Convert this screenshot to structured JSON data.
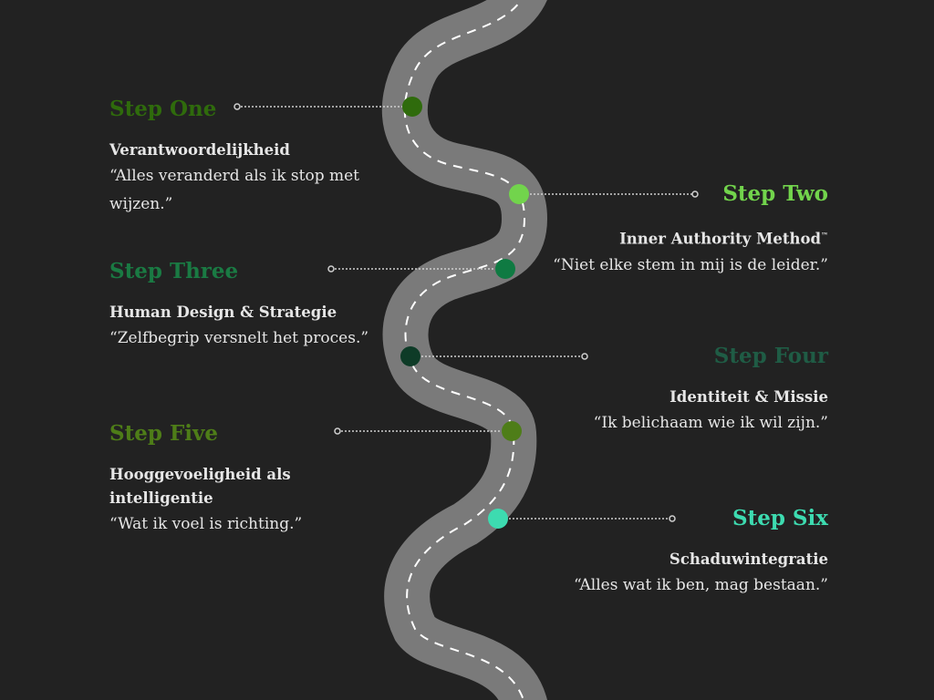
{
  "colors": {
    "background": "#222222",
    "road": "#7a7a7a",
    "road_dash": "#ffffff",
    "connector": "#d0d0d0",
    "text": "#e6e6e6"
  },
  "steps": [
    {
      "title": "Step One",
      "heading": "Verantwoordelijkheid",
      "heading_tm": "",
      "quote": "“Alles veranderd als ik stop met wijzen.”",
      "color": "#2f6b0c",
      "marker_color": "#2f6b0c"
    },
    {
      "title": "Step Two",
      "heading": "Inner Authority Method",
      "heading_tm": "™",
      "quote": "“Niet elke stem in mij is de leider.”",
      "color": "#72d44c",
      "marker_color": "#72d44c"
    },
    {
      "title": "Step Three",
      "heading": "Human Design & Strategie",
      "heading_tm": "",
      "quote": "“Zelfbegrip versnelt het proces.”",
      "color": "#1a7a43",
      "marker_color": "#0f7a42"
    },
    {
      "title": "Step Four",
      "heading": "Identiteit & Missie",
      "heading_tm": "",
      "quote": "“Ik belichaam wie ik wil zijn.”",
      "color": "#1f5c45",
      "marker_color": "#0e3b27"
    },
    {
      "title": "Step Five",
      "heading": "Hooggevoeligheid als intelligentie",
      "heading_tm": "",
      "quote": "“Wat ik voel is richting.”",
      "color": "#4e7d18",
      "marker_color": "#4e7d18"
    },
    {
      "title": "Step Six",
      "heading": "Schaduwintegratie",
      "heading_tm": "",
      "quote": "“Alles wat ik ben, mag bestaan.”",
      "color": "#3ddbb0",
      "marker_color": "#3ddbb0"
    }
  ]
}
